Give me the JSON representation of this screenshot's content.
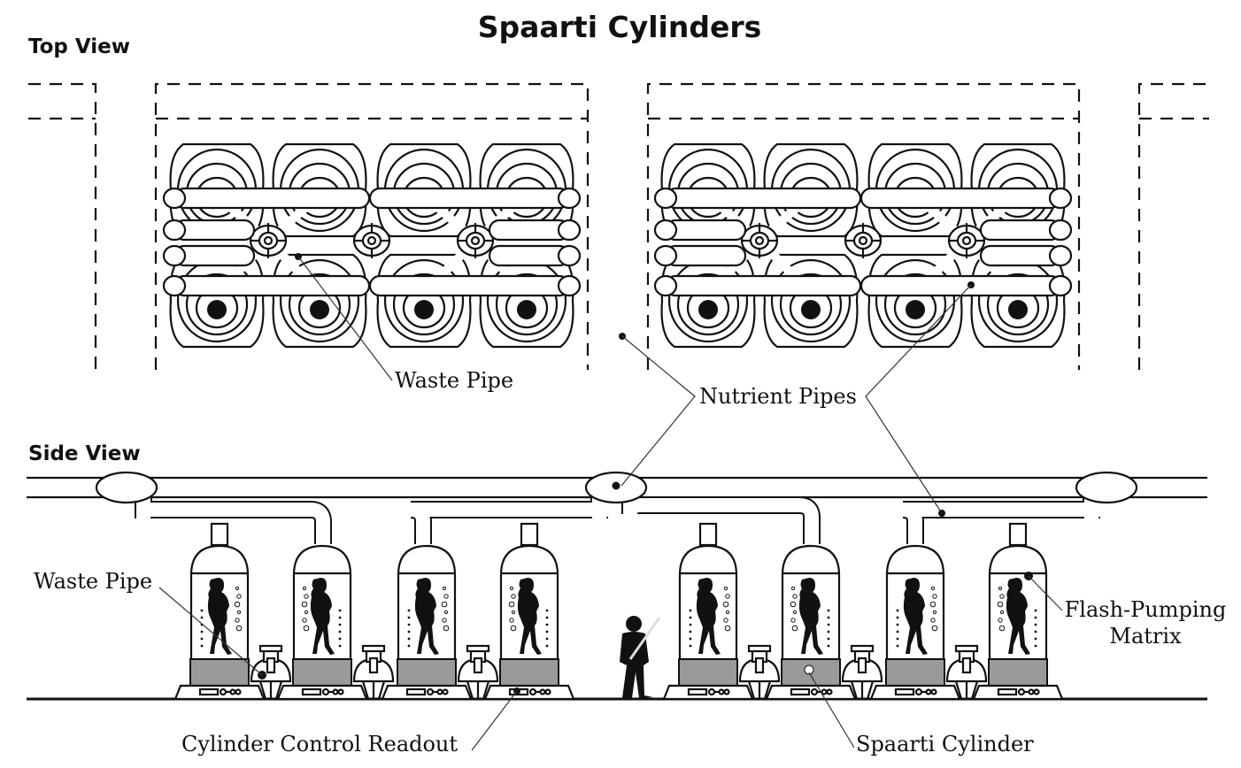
{
  "title": "Spaarti Cylinders",
  "sections": {
    "top_view": "Top View",
    "side_view": "Side View"
  },
  "labels": {
    "waste_pipe_top": "Waste Pipe",
    "nutrient_pipes": "Nutrient Pipes",
    "waste_pipe_side": "Waste Pipe",
    "flash_pumping_line1": "Flash-Pumping",
    "flash_pumping_line2": "Matrix",
    "cylinder_control_readout": "Cylinder Control Readout",
    "spaarti_cylinder": "Spaarti Cylinder"
  },
  "top_view": {
    "modules": 2,
    "cylinders_per_module": 8,
    "pipe_ends_per_side": 4
  },
  "side_view": {
    "cylinder_count": 8,
    "valve_count": 6,
    "junction_count": 3,
    "human_figure": "technician silhouette"
  }
}
